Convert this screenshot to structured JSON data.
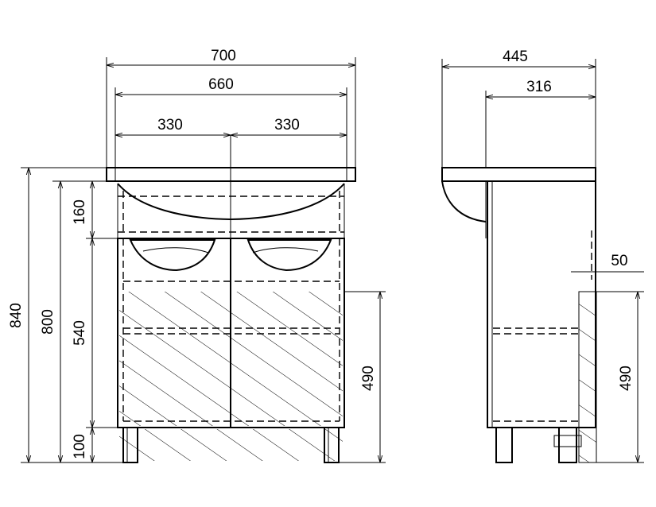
{
  "front_view": {
    "overall_width": "700",
    "body_width": "660",
    "left_half_width": "330",
    "right_half_width": "330",
    "total_height": "840",
    "body_height": "800",
    "top_section_height": "160",
    "lower_section_height": "540",
    "plinth_height": "100",
    "side_clearance_height": "490"
  },
  "side_view": {
    "overall_depth": "445",
    "body_depth": "316",
    "wall_offset": "50",
    "side_clearance_height": "490"
  }
}
